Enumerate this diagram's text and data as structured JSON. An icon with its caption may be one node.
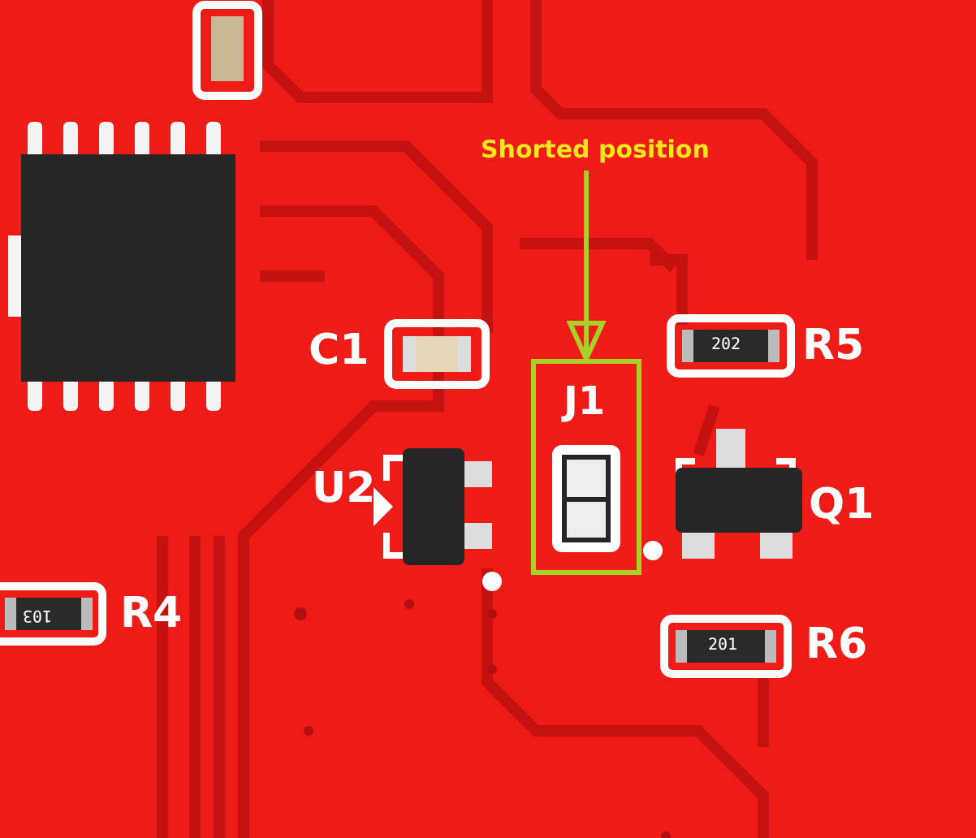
{
  "diagram": {
    "nodes": [
      {
        "text": [
          "Shorted position"
        ]
      },
      {
        "text": [
          "J1"
        ]
      }
    ],
    "edges": [
      {
        "from": 0,
        "to": 1,
        "arrow": "to"
      }
    ],
    "labels": [
      "C1",
      "202",
      "R5",
      "U2",
      "Q1",
      "103",
      "R4",
      "201",
      "R6"
    ]
  }
}
